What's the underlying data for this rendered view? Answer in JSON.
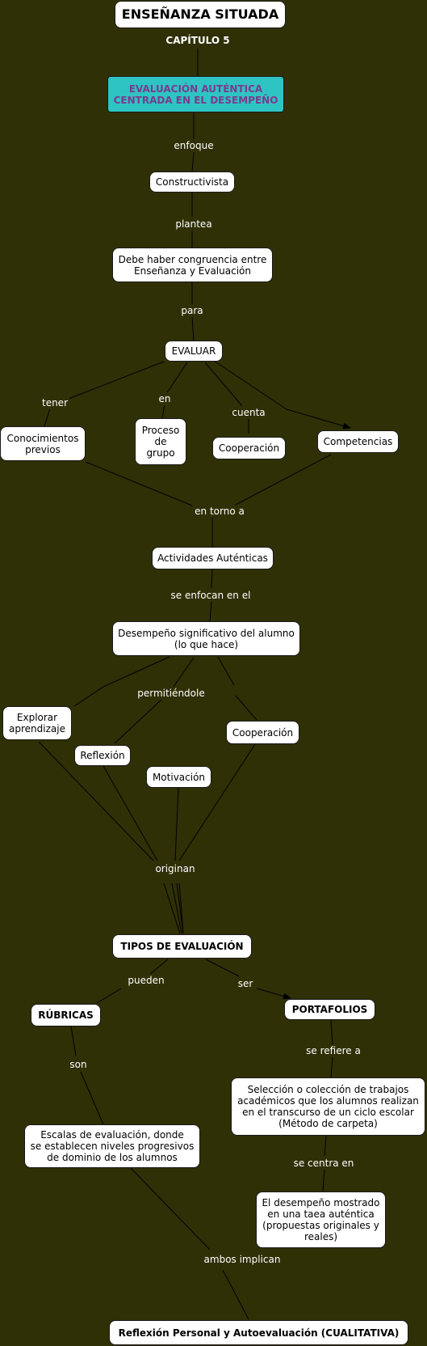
{
  "title": "ENSEÑANZA SITUADA",
  "chapter": "CAPÍTULO 5",
  "concepts": {
    "evaluacion": "EVALUACIÓN AUTÉNTICA\nCENTRADA EN EL DESEMPEÑO",
    "constructivista": "Constructivista",
    "congruencia": "Debe haber congruencia entre\nEnseñanza y Evaluación",
    "evaluar": "EVALUAR",
    "conocimientos": "Conocimientos\nprevios",
    "proceso": "Proceso\nde\ngrupo",
    "cooperacion1": "Cooperación",
    "competencias": "Competencias",
    "actividades": "Actividades Auténticas",
    "desempeno": "Desempeño significativo del alumno\n(lo que hace)",
    "explorar": "Explorar\naprendizaje",
    "reflexion": "Reflexión",
    "motivacion": "Motivación",
    "cooperacion2": "Cooperación",
    "tipos": "TIPOS DE EVALUACIÓN",
    "rubricas": "RÚBRICAS",
    "portafolios": "PORTAFOLIOS",
    "seleccion": "Selección o colección de trabajos\nacadémicos que los alumnos realizan\nen el transcurso de un ciclo escolar\n(Método de carpeta)",
    "escalas": "Escalas de evaluación, donde\nse establecen niveles progresivos\nde dominio de los alumnos",
    "desempeno_mostrado": "El desempeño mostrado\nen una taea auténtica\n(propuestas originales y\nreales)",
    "reflexion_personal": "Reflexión Personal y Autoevaluación (CUALITATIVA)"
  },
  "linking_phrases": {
    "enfoque": "enfoque",
    "plantea": "plantea",
    "para": "para",
    "tener": "tener",
    "en": "en",
    "cuenta": "cuenta",
    "en_torno_a": "en torno a",
    "se_enfocan_en_el": "se enfocan en el",
    "permitiendole": "permitiéndole",
    "originan": "originan",
    "pueden": "pueden",
    "ser": "ser",
    "son": "son",
    "se_refiere_a": "se refiere a",
    "se_centra_en": "se centra en",
    "ambos_implican": "ambos implican"
  },
  "colors": {
    "background": "#2f3006",
    "node_fill": "#ffffff",
    "highlight_fill": "#2ec4c4",
    "highlight_text": "#7a3b8c",
    "link_text": "#ffffff"
  }
}
